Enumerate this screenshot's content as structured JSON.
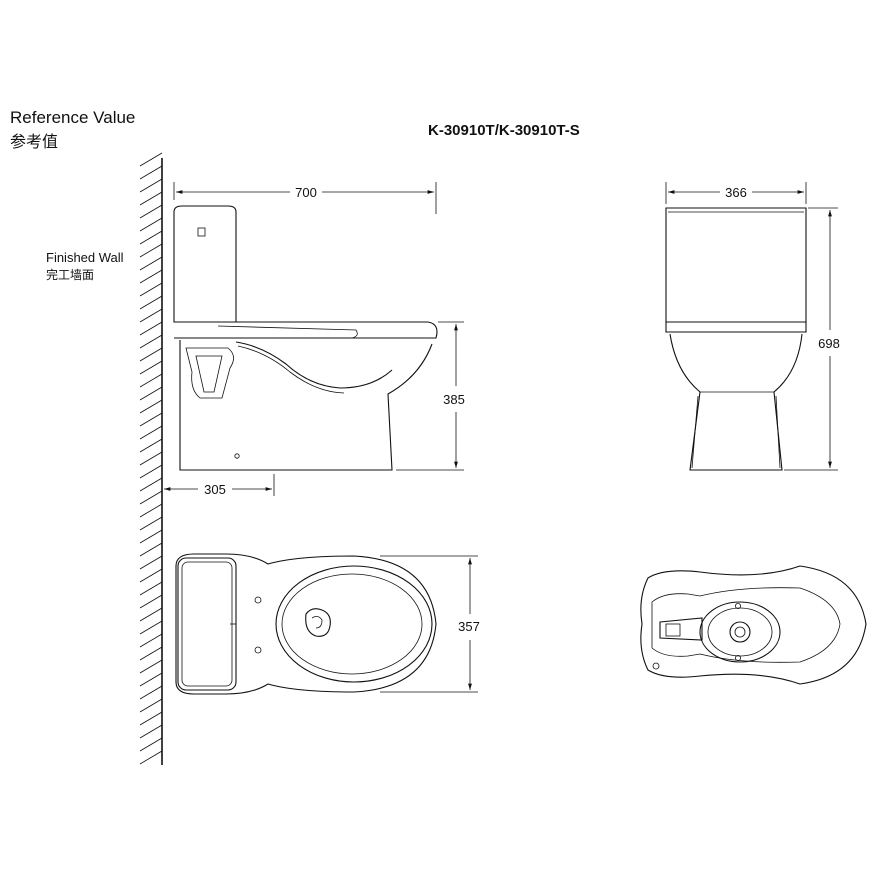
{
  "header": {
    "reference_en": "Reference Value",
    "reference_zh": "参考值",
    "model": "K-30910T/K-30910T-S"
  },
  "labels": {
    "finished_wall_en": "Finished Wall",
    "finished_wall_zh": "完工墙面"
  },
  "dimensions": {
    "side_length": "700",
    "bowl_height": "385",
    "rough_in": "305",
    "front_width": "366",
    "overall_height": "698",
    "top_width": "357"
  }
}
